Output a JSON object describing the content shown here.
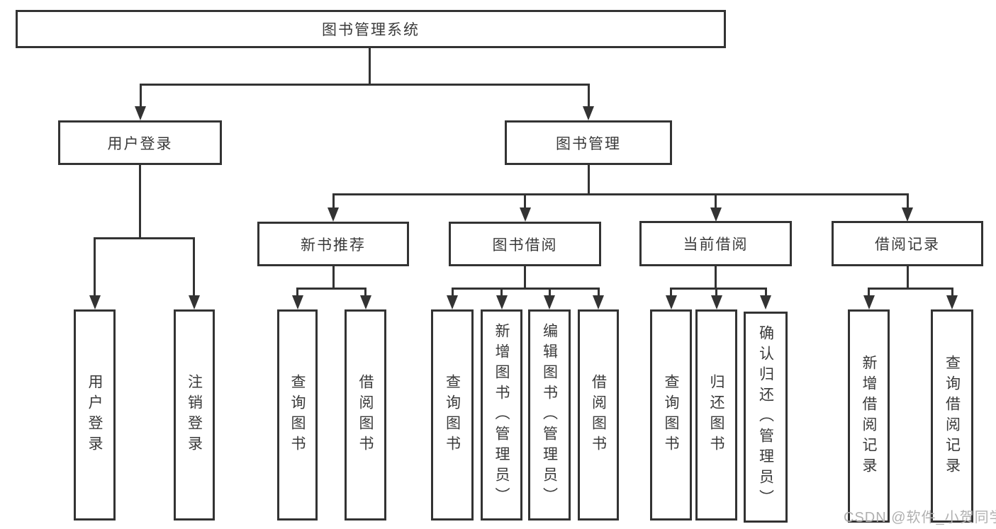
{
  "tree": {
    "root": "图书管理系统",
    "branches": {
      "user_login": {
        "label": "用户登录",
        "children": [
          "用户登录",
          "注销登录"
        ]
      },
      "book_management": {
        "label": "图书管理",
        "sections": {
          "new_book_recommend": {
            "label": "新书推荐",
            "children": [
              "查询图书",
              "借阅图书"
            ]
          },
          "book_borrowing": {
            "label": "图书借阅",
            "children": [
              "查询图书",
              "新增图书（管理员）",
              "编辑图书（管理员）",
              "借阅图书"
            ]
          },
          "current_borrowing": {
            "label": "当前借阅",
            "children": [
              "查询图书",
              "归还图书",
              "确认归还（管理员）"
            ]
          },
          "borrowing_records": {
            "label": "借阅记录",
            "children": [
              "新增借阅记录",
              "查询借阅记录"
            ]
          }
        }
      }
    }
  },
  "watermark": "CSDN @软件_小贺同学",
  "colors": {
    "line": "#333333",
    "text": "#3a3a3a",
    "background": "#ffffff",
    "watermark": "#b0b0b0"
  }
}
